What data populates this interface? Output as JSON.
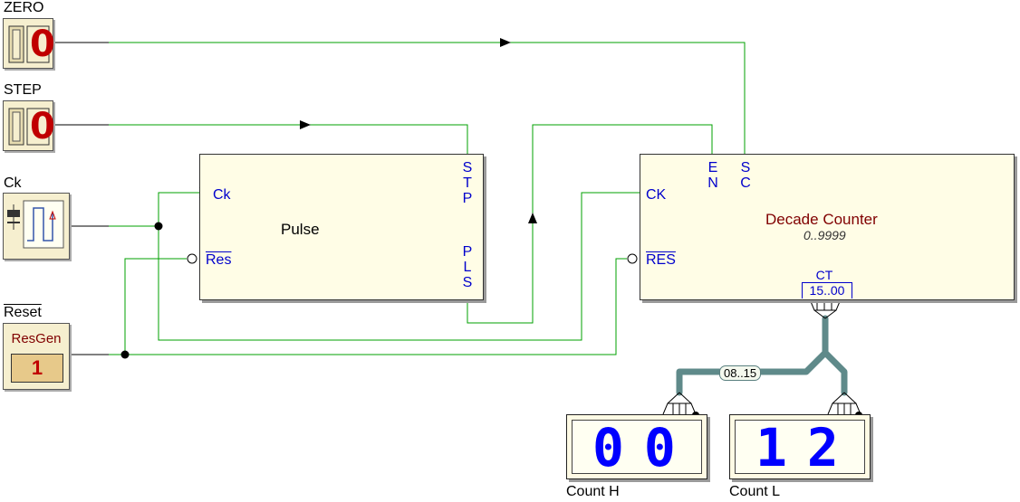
{
  "inputs": {
    "zero": {
      "label": "ZERO",
      "state": "0"
    },
    "step": {
      "label": "STEP",
      "state": "0"
    },
    "clock": {
      "label": "Ck"
    },
    "reset": {
      "label": "Reset",
      "gen_label": "ResGen",
      "state": "1"
    }
  },
  "pulse": {
    "title": "Pulse",
    "pin_ck": "Ck",
    "pin_res": "Res",
    "pin_stp": "STP",
    "pin_pls": "PLS"
  },
  "counter": {
    "title": "Decade Counter",
    "range": "0..9999",
    "pin_ck": "CK",
    "pin_res": "RES",
    "pin_en": "EN",
    "pin_sc": "SC",
    "pin_ct": "CT",
    "ct_bits": "15..00"
  },
  "bus": {
    "tag": "08..15"
  },
  "displays": {
    "high": {
      "label": "Count H",
      "digits": [
        "0",
        "0"
      ]
    },
    "low": {
      "label": "Count L",
      "digits": [
        "",
        "1",
        "2"
      ]
    }
  },
  "colors": {
    "wire": "#00a000",
    "bus": "#5f8a8a",
    "segment": "#0000ff",
    "title": "#800000",
    "pin": "#0000cc"
  }
}
